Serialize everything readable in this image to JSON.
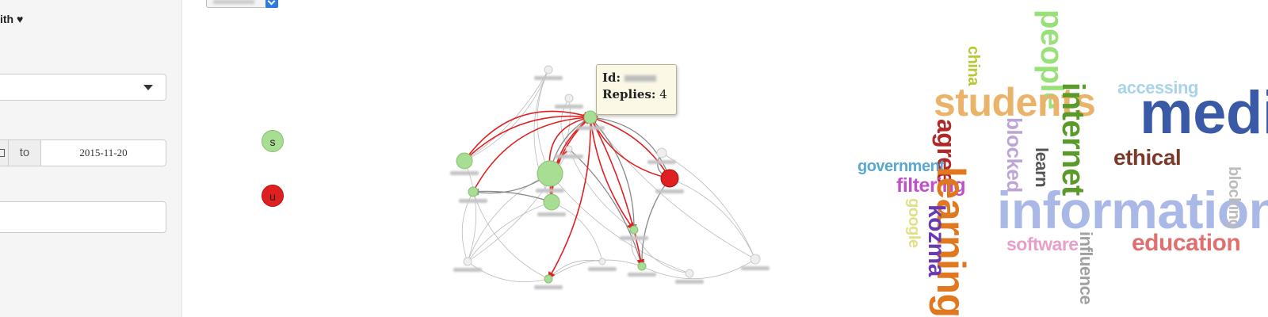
{
  "sidebar": {
    "brand_text": "ith ♥",
    "date_to_label": "to",
    "date_to_value": "2015-11-20"
  },
  "legend": {
    "s_label": "s",
    "u_label": "u",
    "s_color": "#a8dd94",
    "u_color": "#e02020"
  },
  "tooltip": {
    "id_label": "Id:",
    "replies_label": "Replies:",
    "replies_value": "4"
  },
  "graph": {
    "nodes": [
      {
        "type": "light",
        "r": 5
      },
      {
        "type": "light",
        "r": 5
      },
      {
        "type": "green",
        "r": 8
      },
      {
        "type": "green",
        "r": 10
      },
      {
        "type": "green",
        "r": 16
      },
      {
        "type": "green",
        "r": 6
      },
      {
        "type": "green",
        "r": 10
      },
      {
        "type": "red",
        "r": 11
      },
      {
        "type": "light",
        "r": 6
      },
      {
        "type": "green",
        "r": 5
      },
      {
        "type": "green",
        "r": 5
      },
      {
        "type": "green",
        "r": 5
      },
      {
        "type": "light",
        "r": 5
      },
      {
        "type": "light",
        "r": 6
      },
      {
        "type": "light",
        "r": 4
      },
      {
        "type": "light",
        "r": 4
      },
      {
        "type": "light",
        "r": 5
      }
    ],
    "colors": {
      "green": "#a8dd94",
      "red": "#e02020",
      "light": "#eeeeee",
      "link": "#bbbbbb",
      "dark_link": "#888888",
      "red_link": "#e02020"
    }
  },
  "wordcloud": [
    {
      "text": "people",
      "color": "#98e078"
    },
    {
      "text": "china",
      "color": "#b8c832"
    },
    {
      "text": "accessing",
      "color": "#a8d4ea"
    },
    {
      "text": "students",
      "color": "#ebb369"
    },
    {
      "text": "internet",
      "color": "#5a9a2a"
    },
    {
      "text": "media",
      "color": "#3a5aa8"
    },
    {
      "text": "agree",
      "color": "#b02828"
    },
    {
      "text": "blocked",
      "color": "#bca4d8"
    },
    {
      "text": "learn",
      "color": "#555555"
    },
    {
      "text": "ethical",
      "color": "#7a3a2a"
    },
    {
      "text": "government",
      "color": "#5aa8d0"
    },
    {
      "text": "filtering",
      "color": "#c050c8"
    },
    {
      "text": "learning",
      "color": "#e07820"
    },
    {
      "text": "information",
      "color": "#aab8e8"
    },
    {
      "text": "blocking",
      "color": "#bbbbbb"
    },
    {
      "text": "google",
      "color": "#e0e088"
    },
    {
      "text": "kozma",
      "color": "#6a3ab0"
    },
    {
      "text": "software",
      "color": "#e8a0c8"
    },
    {
      "text": "influence",
      "color": "#a0a0a0"
    },
    {
      "text": "education",
      "color": "#e07070"
    }
  ]
}
